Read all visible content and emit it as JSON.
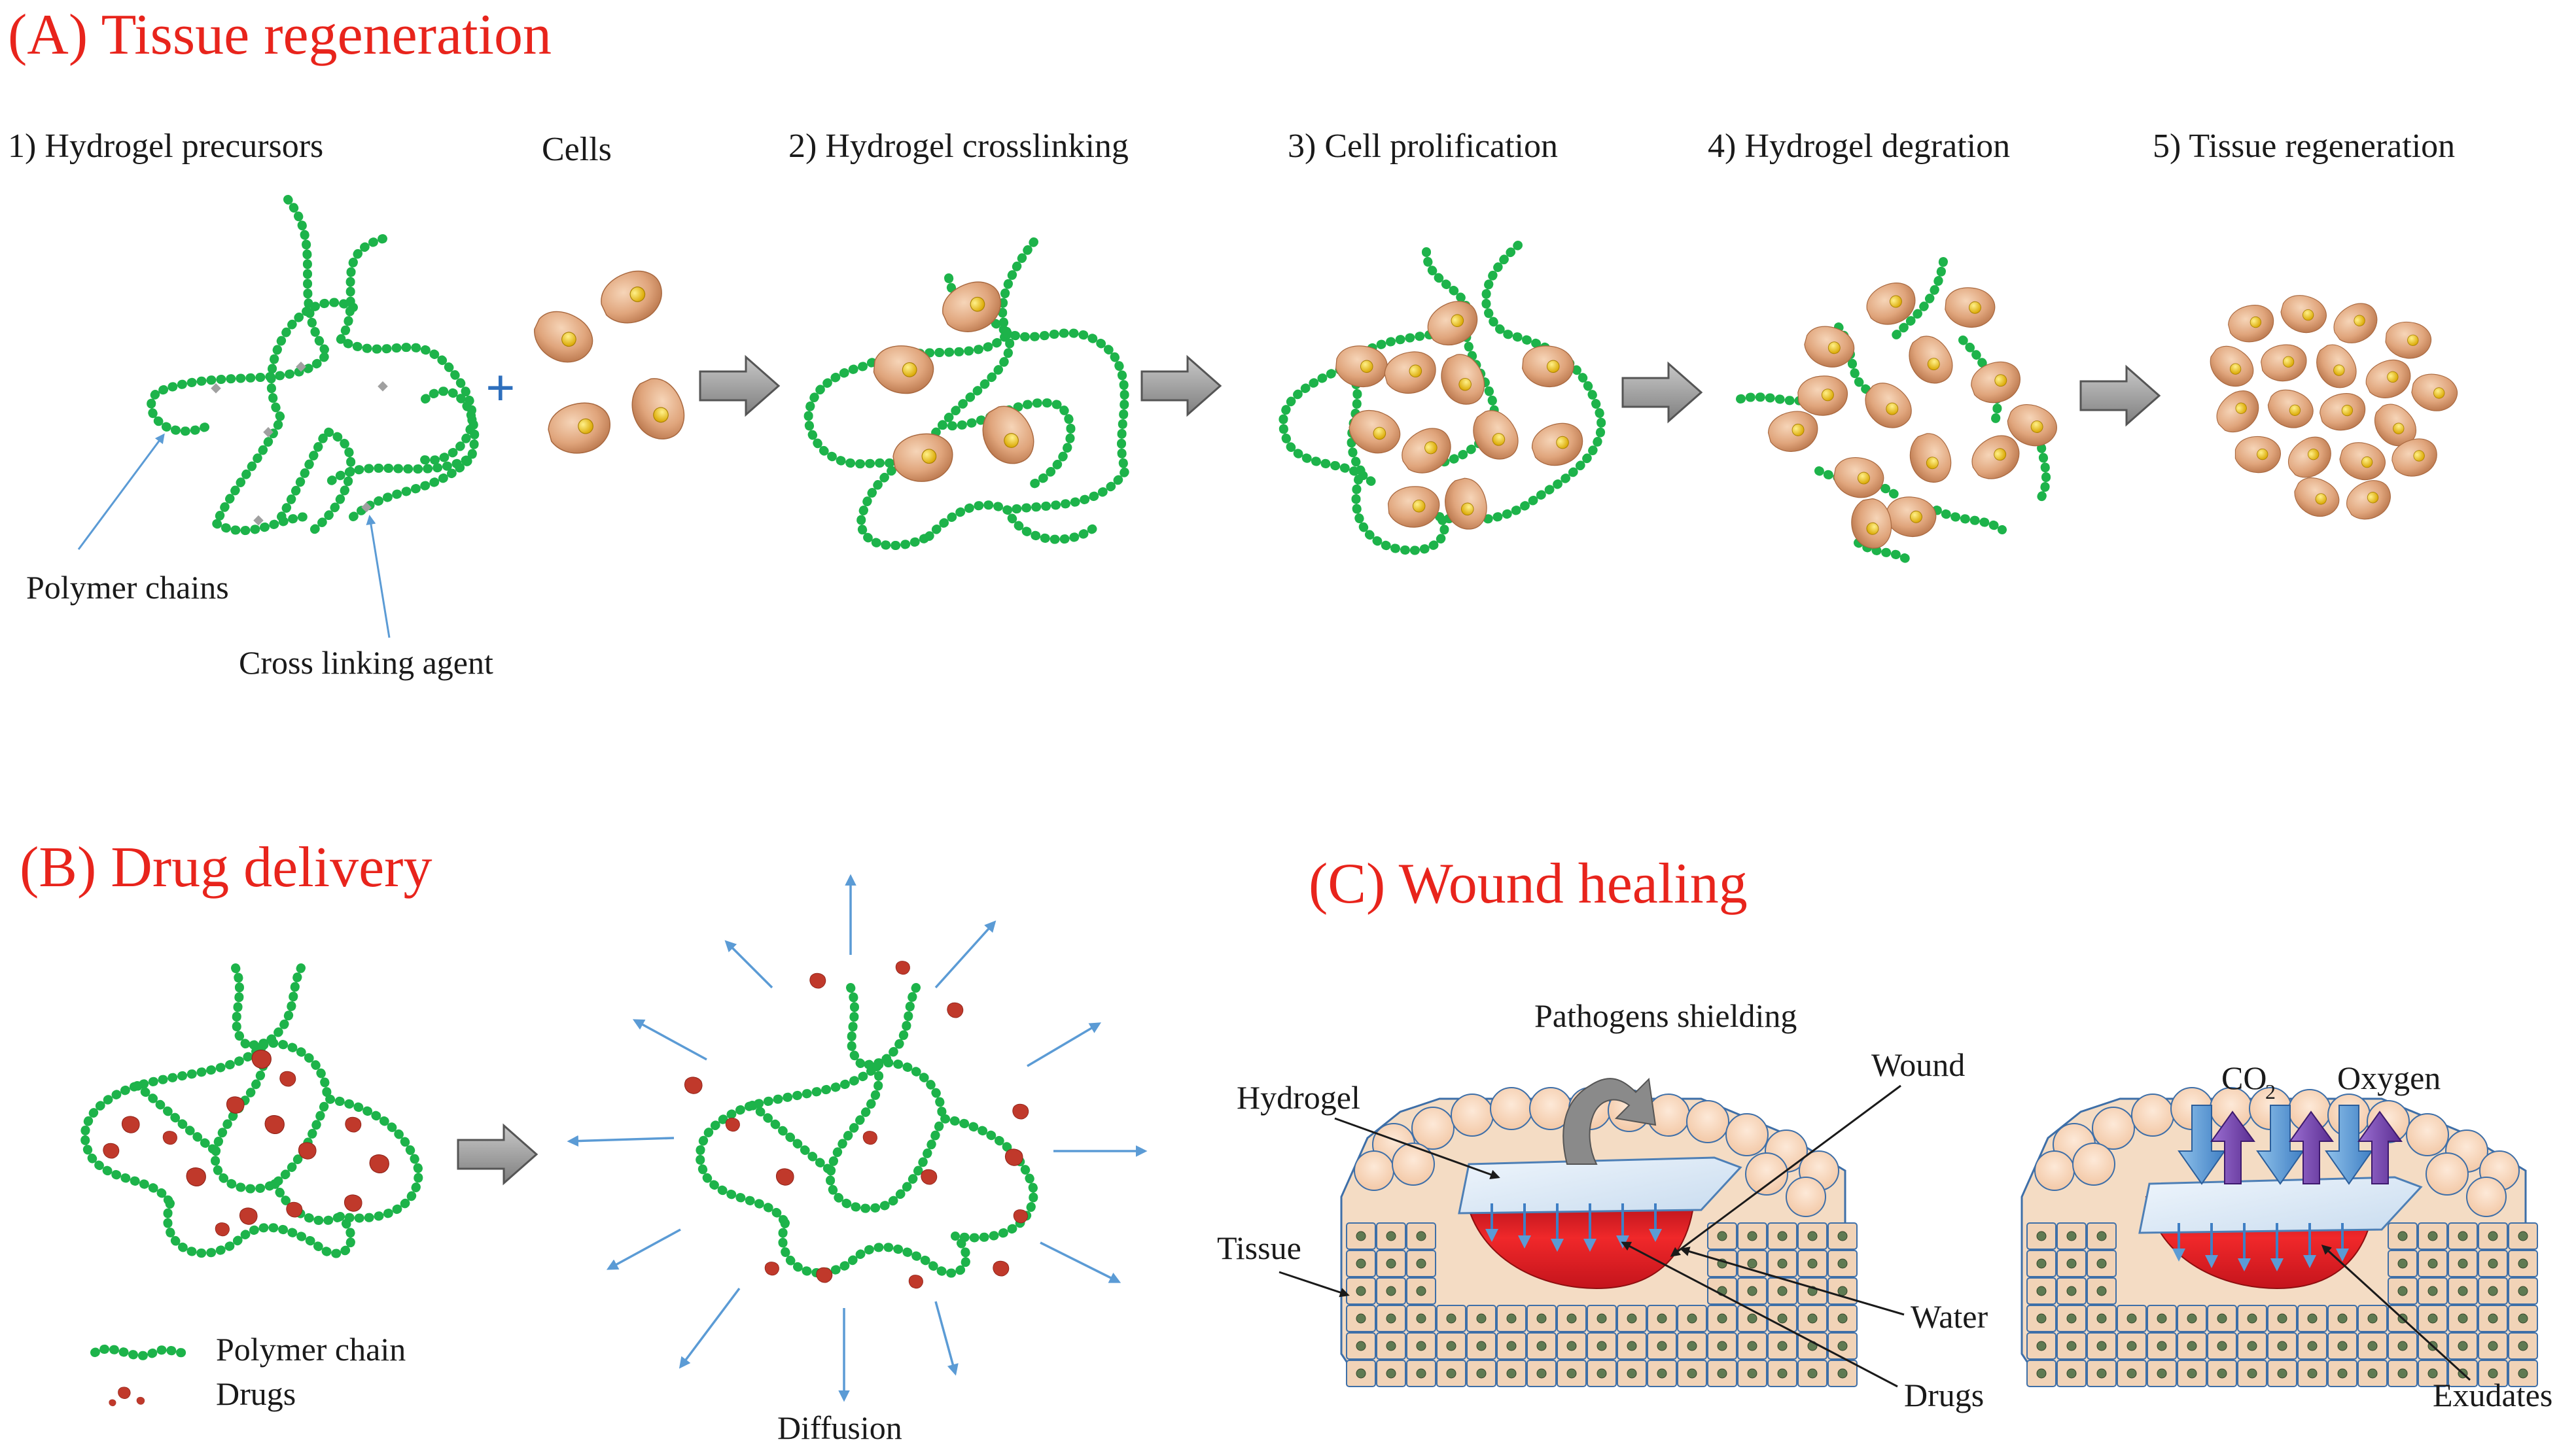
{
  "figure": {
    "colors": {
      "polymer": "#1db34a",
      "cell": "#e0a57c",
      "nucleus": "#f2c200",
      "drug": "#c0392b",
      "arrow": "#9a9a9a",
      "title_red": "#e8241c",
      "pointer_blue": "#5b9bd5",
      "wound_red": "#e8201a",
      "gel": "#d8e7f5",
      "o2_arrow": "#6a3fa0"
    },
    "sections": {
      "a": {
        "title": "(A) Tissue regeneration",
        "steps": [
          "1) Hydrogel precursors",
          "Cells",
          "2) Hydrogel crosslinking",
          "3) Cell prolification",
          "4) Hydrogel degration",
          "5) Tissue regeneration"
        ],
        "labels": {
          "polymer_chains": "Polymer chains",
          "crosslinker": "Cross linking agent"
        }
      },
      "b": {
        "title": "(B) Drug delivery",
        "legend": {
          "polymer": "Polymer chain",
          "drugs": "Drugs"
        },
        "diffusion": "Diffusion"
      },
      "c": {
        "title": "(C) Wound healing",
        "labels": {
          "pathogens": "Pathogens shielding",
          "hydrogel": "Hydrogel",
          "wound": "Wound",
          "tissue": "Tissue",
          "water": "Water",
          "drugs": "Drugs",
          "co2_base": "CO",
          "co2_sub": "2",
          "oxygen": "Oxygen",
          "exudates": "Exudates"
        }
      }
    }
  }
}
